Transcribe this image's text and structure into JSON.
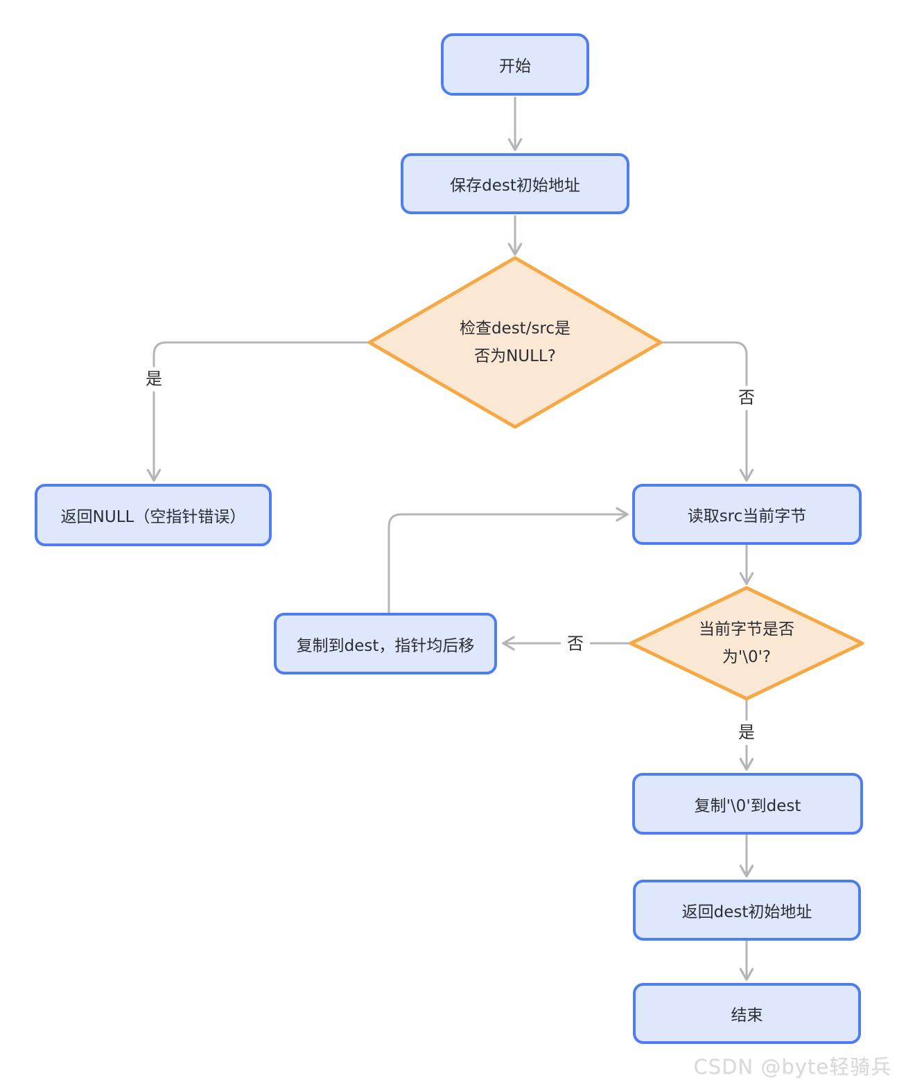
{
  "nodes": {
    "start": {
      "label": "开始"
    },
    "save_dest": {
      "label": "保存dest初始地址"
    },
    "check_null": {
      "line1": "检查dest/src是",
      "line2": "否为NULL?"
    },
    "return_null": {
      "label": "返回NULL（空指针错误）"
    },
    "read_src": {
      "label": "读取src当前字节"
    },
    "check_zero": {
      "line1": "当前字节是否",
      "line2": "为'\\0'?"
    },
    "copy_byte": {
      "label": "复制到dest，指针均后移"
    },
    "copy_null": {
      "label": "复制'\\0'到dest"
    },
    "return_dest": {
      "label": "返回dest初始地址"
    },
    "end": {
      "label": "结束"
    }
  },
  "edge_labels": {
    "null_yes": "是",
    "null_no": "否",
    "zero_no": "否",
    "zero_yes": "是"
  },
  "colors": {
    "process_fill": "#dee7fb",
    "process_border": "#4d7df0",
    "decision_fill": "#fae8d4",
    "decision_border": "#f6a844",
    "edge": "#b4b4b9",
    "text": "#2b2d33"
  },
  "watermark": {
    "text": "CSDN @byte轻骑兵"
  }
}
